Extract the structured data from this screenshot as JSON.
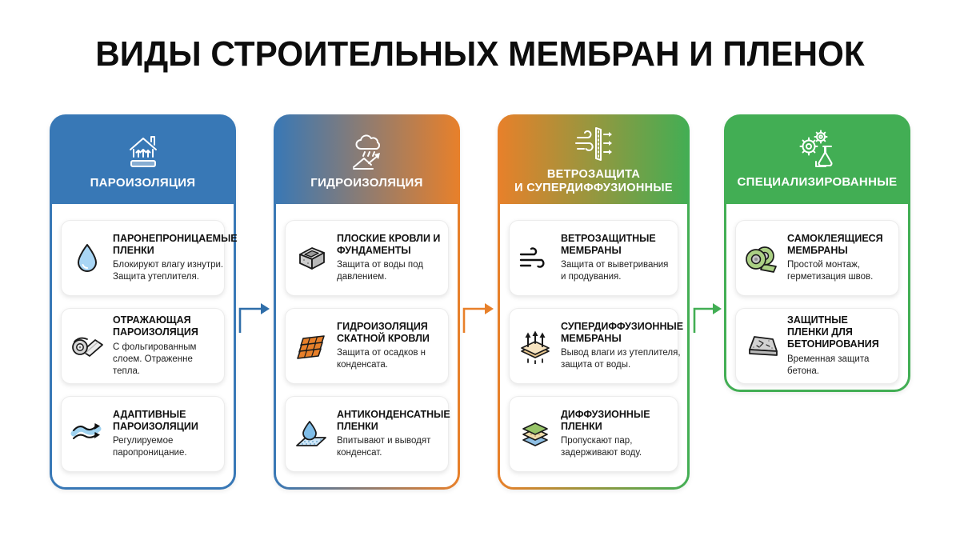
{
  "title": "ВИДЫ СТРОИТЕЛЬНЫХ МЕМБРАН И ПЛЕНОК",
  "colors": {
    "blue": "#3878b6",
    "orange": "#e8802a",
    "green": "#42ae54",
    "title_text": "#0d0d0d"
  },
  "columns": [
    {
      "header": {
        "line1": "ПАРОИЗОЛЯЦИЯ",
        "line2": "",
        "icon": "house-vapor-icon"
      },
      "accent": "#3878b6",
      "cards": [
        {
          "icon": "water-drop-icon",
          "title": "ПАРОНЕПРОНИЦАЕМЫЕ ПЛЕНКИ",
          "desc": "Блокируют влагу изнутри. Защита утеплителя."
        },
        {
          "icon": "foil-roll-icon",
          "title": "ОТРАЖАЮЩАЯ ПАРОИЗОЛЯЦИЯ",
          "desc": "С фольгированным слоем. Отраженне тепла."
        },
        {
          "icon": "adaptive-waves-icon",
          "title": "АДАПТИВНЫЕ ПАРОИЗОЛЯЦИИ",
          "desc": "Регулируемое паропроницание."
        }
      ]
    },
    {
      "header": {
        "line1": "ГИДРОИЗОЛЯЦИЯ",
        "line2": "",
        "icon": "rain-roof-icon"
      },
      "accent": "#e8802a",
      "cards": [
        {
          "icon": "concrete-block-icon",
          "title": "ПЛОСКИЕ КРОВЛИ И ФУНДАМЕНТЫ",
          "desc": "Защита от воды под давлением."
        },
        {
          "icon": "roof-tiles-icon",
          "title": "ГИДРОИЗОЛЯЦИЯ СКАТНОЙ КРОВЛИ",
          "desc": "Защита от осадков н конденсата."
        },
        {
          "icon": "drop-membrane-icon",
          "title": "АНТИКОНДЕНСАТНЫЕ ПЛЕНКИ",
          "desc": "Впитывают и выводят конденсат."
        }
      ]
    },
    {
      "header": {
        "line1": "ВЕТРОЗАЩИТА",
        "line2": "И СУПЕРДИФФУЗИОННЫЕ",
        "icon": "wind-membrane-icon"
      },
      "accent": "#42ae54",
      "cards": [
        {
          "icon": "wind-icon",
          "title": "ВЕТРОЗАЩИТНЫЕ МЕМБРАНЫ",
          "desc": "Защита от выветривания и продувания."
        },
        {
          "icon": "vapor-out-icon",
          "title": "СУПЕРДИФФУЗИОННЫЕ МЕМБРАНЫ",
          "desc": "Вывод влаги из утеплителя, защита от воды."
        },
        {
          "icon": "layers-icon",
          "title": "ДИФФУЗИОННЫЕ ПЛЕНКИ",
          "desc": "Пропускают пар, задерживают воду."
        }
      ]
    },
    {
      "header": {
        "line1": "СПЕЦИАЛИЗИРОВАННЫЕ",
        "line2": "",
        "icon": "gears-flask-icon"
      },
      "accent": "#42ae54",
      "cards": [
        {
          "icon": "tape-roll-icon",
          "title": "САМОКЛЕЯЩИЕСЯ МЕМБРАНЫ",
          "desc": "Простой монтаж, герметизация швов."
        },
        {
          "icon": "concrete-slab-icon",
          "title": "ЗАЩИТНЫЕ ПЛЕНКИ ДЛЯ БЕТОНИРОВАНИЯ",
          "desc": "Временная защита бетона."
        }
      ]
    }
  ],
  "connectors": [
    {
      "color": "#2f6ea9"
    },
    {
      "color": "#e8802a"
    },
    {
      "color": "#42ae54"
    }
  ]
}
